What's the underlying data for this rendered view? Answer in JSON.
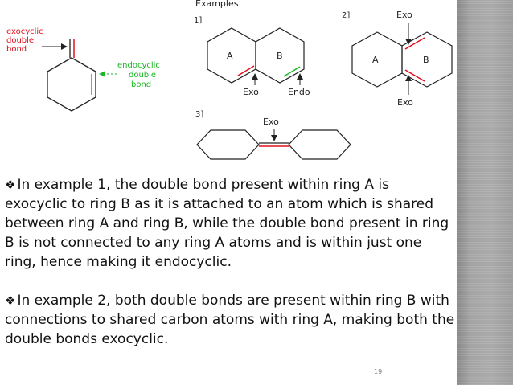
{
  "slide": {
    "figure": {
      "heading": "Examples",
      "panel_left": {
        "label_exocyclic_lines": [
          "exocyclic",
          "double",
          "bond"
        ],
        "label_endocyclic_lines": [
          "endocyclic",
          "double",
          "bond"
        ]
      },
      "example1": {
        "number": "1]",
        "ring_a": "A",
        "ring_b": "B",
        "label_exo": "Exo",
        "label_endo": "Endo"
      },
      "example2": {
        "number": "2]",
        "ring_a": "A",
        "ring_b": "B",
        "label_exo_top": "Exo",
        "label_exo_bottom": "Exo"
      },
      "example3": {
        "number": "3]",
        "label_exo": "Exo"
      },
      "colors": {
        "highlight_red": "#e0111b",
        "highlight_green": "#19b824",
        "ring_line": "#222222"
      }
    },
    "body": {
      "bullet_icon": "❖",
      "paragraph1": "In example 1, the double bond present within ring A is exocyclic to ring B as it is attached to an atom which is shared between ring A and ring B, while the double bond present in ring B is not connected to any ring A atoms and is within just one ring, hence making it endocyclic.",
      "paragraph2": "In example 2, both double bonds are present within ring B with connections to shared carbon atoms with ring A, making both the double bonds exocyclic."
    },
    "page_number": "19"
  }
}
